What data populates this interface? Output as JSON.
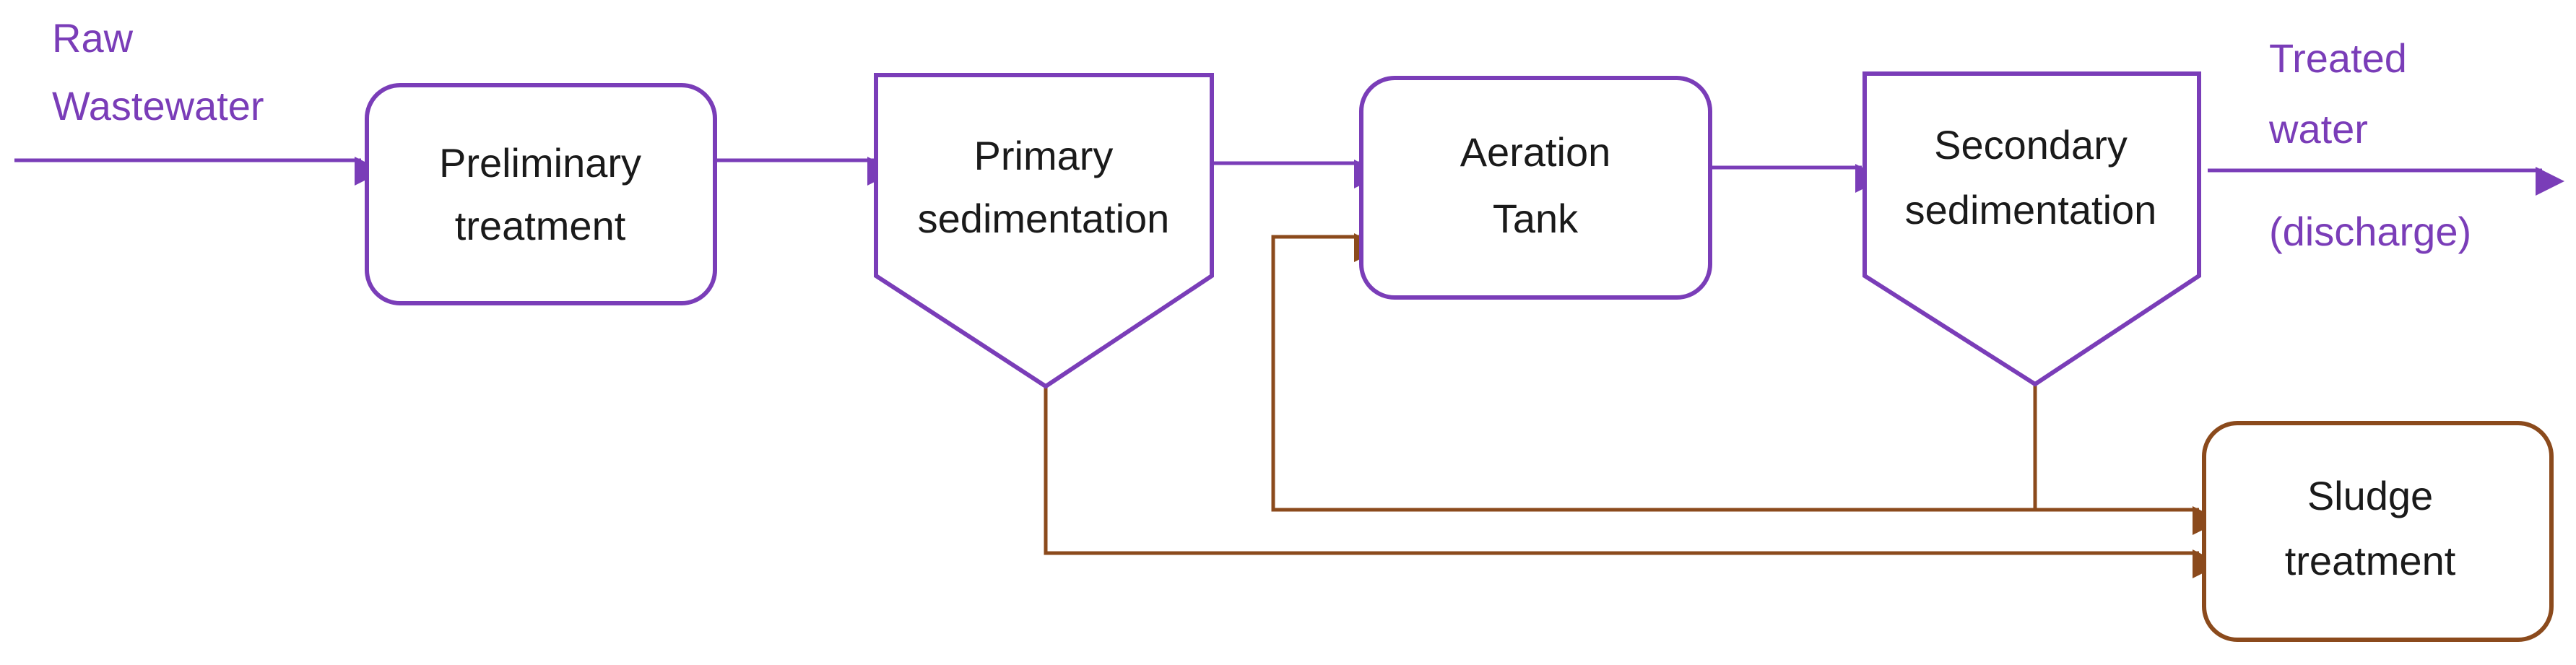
{
  "colors": {
    "water": "#7a3db8",
    "sludge": "#8b4a1c",
    "text": "#1a1a1a",
    "background": "#ffffff"
  },
  "labels": {
    "input": [
      "Raw",
      "Wastewater"
    ],
    "output": [
      "Treated",
      "water",
      "(discharge)"
    ]
  },
  "nodes": {
    "preliminary": {
      "lines": [
        "Preliminary",
        "treatment"
      ]
    },
    "primary": {
      "lines": [
        "Primary",
        "sedimentation"
      ]
    },
    "aeration": {
      "lines": [
        "Aeration",
        "Tank"
      ]
    },
    "secondary": {
      "lines": [
        "Secondary",
        "sedimentation"
      ]
    },
    "sludge": {
      "lines": [
        "Sludge",
        "treatment"
      ]
    }
  }
}
